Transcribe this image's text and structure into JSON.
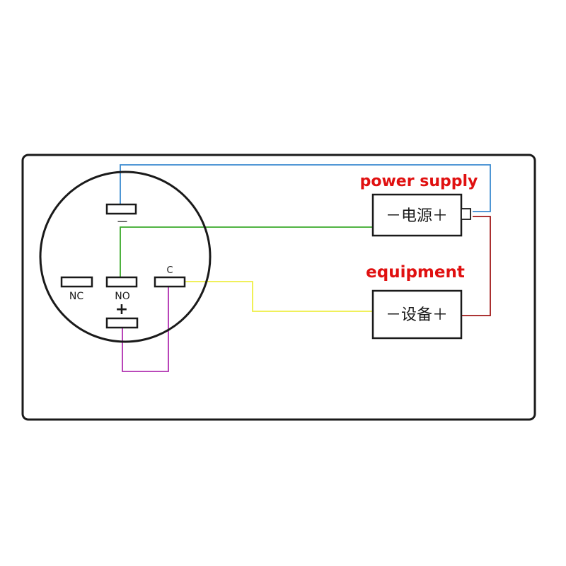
{
  "colors": {
    "frame": "#1a1a1a",
    "ground_wire": "#3a8ad0",
    "no_wire": "#3aaa2a",
    "c_wire": "#eeee44",
    "power_wire": "#a01818",
    "jumper_wire": "#b030b0",
    "heading": "#e01010"
  },
  "labels": {
    "power_supply_title": "power supply",
    "equipment_title": "equipment",
    "power_box_text": "－电源＋",
    "equipment_box_text": "－设备＋",
    "minus_sign": "－",
    "pin_nc": "NC",
    "pin_no": "NO",
    "pin_c": "C",
    "plus_sign": "+"
  }
}
